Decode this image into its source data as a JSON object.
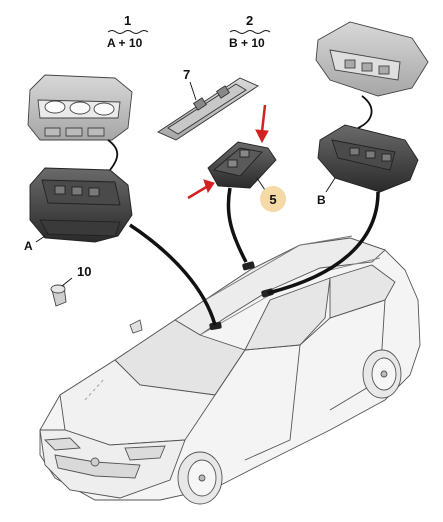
{
  "references": {
    "group_a": {
      "number": "1",
      "parts": "A + 10"
    },
    "group_b": {
      "number": "2",
      "parts": "B + 10"
    }
  },
  "parts": {
    "part_7": "7",
    "part_5": "5",
    "part_10": "10"
  },
  "assembly_letters": {
    "a": "A",
    "b": "B"
  },
  "colors": {
    "callout_highlight": "#f5d9a6",
    "arrow": "#d42020",
    "leader": "#111111"
  }
}
